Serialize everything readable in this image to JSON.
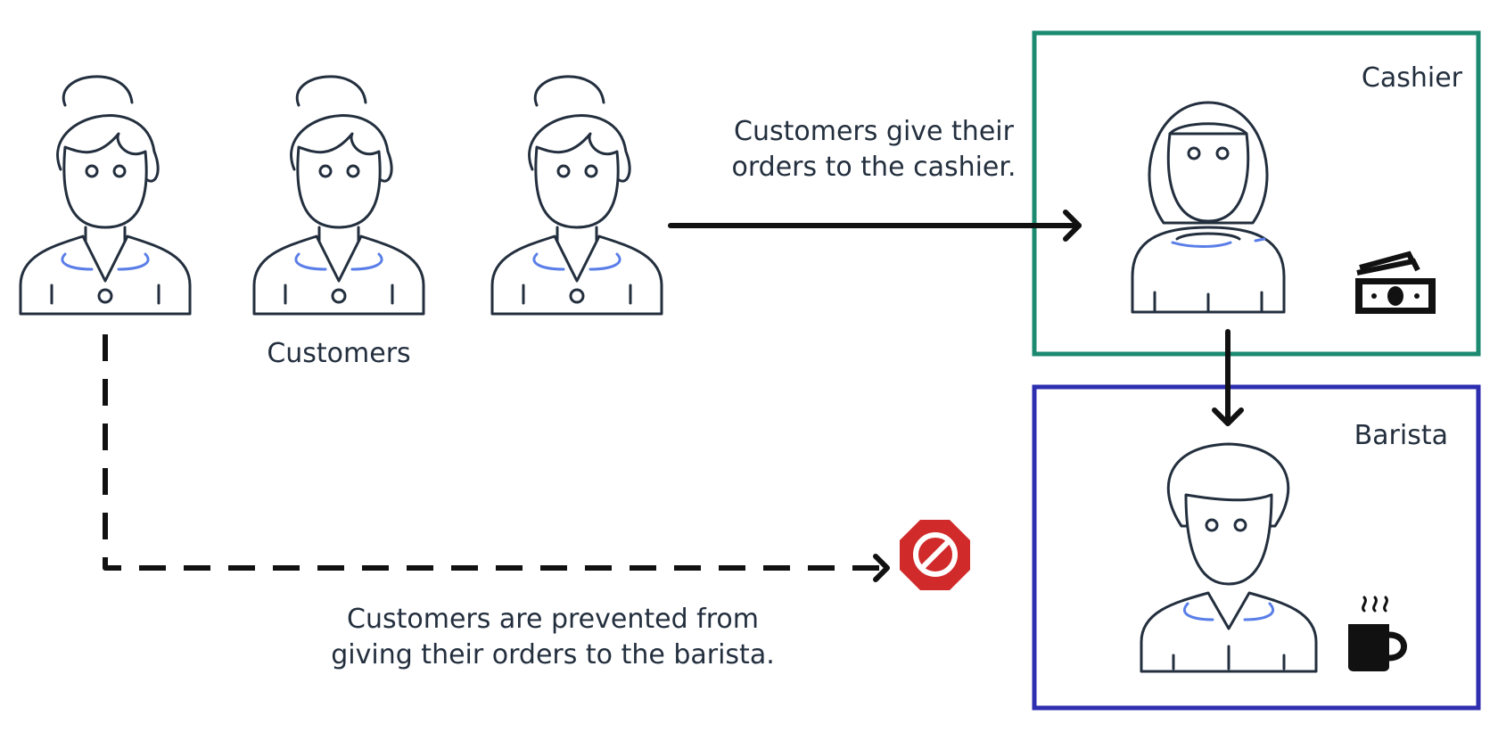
{
  "customers": {
    "label": "Customers",
    "icon": "customer-icon",
    "count": 3
  },
  "cashier": {
    "label": "Cashier",
    "icon": "cashier-icon",
    "accessory_icon": "money-icon",
    "border_color": "#1b8a71"
  },
  "barista": {
    "label": "Barista",
    "icon": "barista-icon",
    "accessory_icon": "coffee-mug-icon",
    "border_color": "#2e2eb0"
  },
  "flows": {
    "to_cashier": {
      "label": "Customers give their orders to the cashier.",
      "line1": "Customers give their",
      "line2": "orders to the cashier.",
      "style": "solid"
    },
    "cashier_to_barista": {
      "style": "solid"
    },
    "to_barista": {
      "label": "Customers are prevented from giving their orders to the barista.",
      "line1": "Customers are prevented from",
      "line2": "giving their orders to the barista.",
      "style": "dashed",
      "blocked_icon": "prohibited-icon",
      "blocked_color": "#d12a2a"
    }
  },
  "colors": {
    "outline": "#232f3e",
    "accent": "#5a7ee8"
  }
}
